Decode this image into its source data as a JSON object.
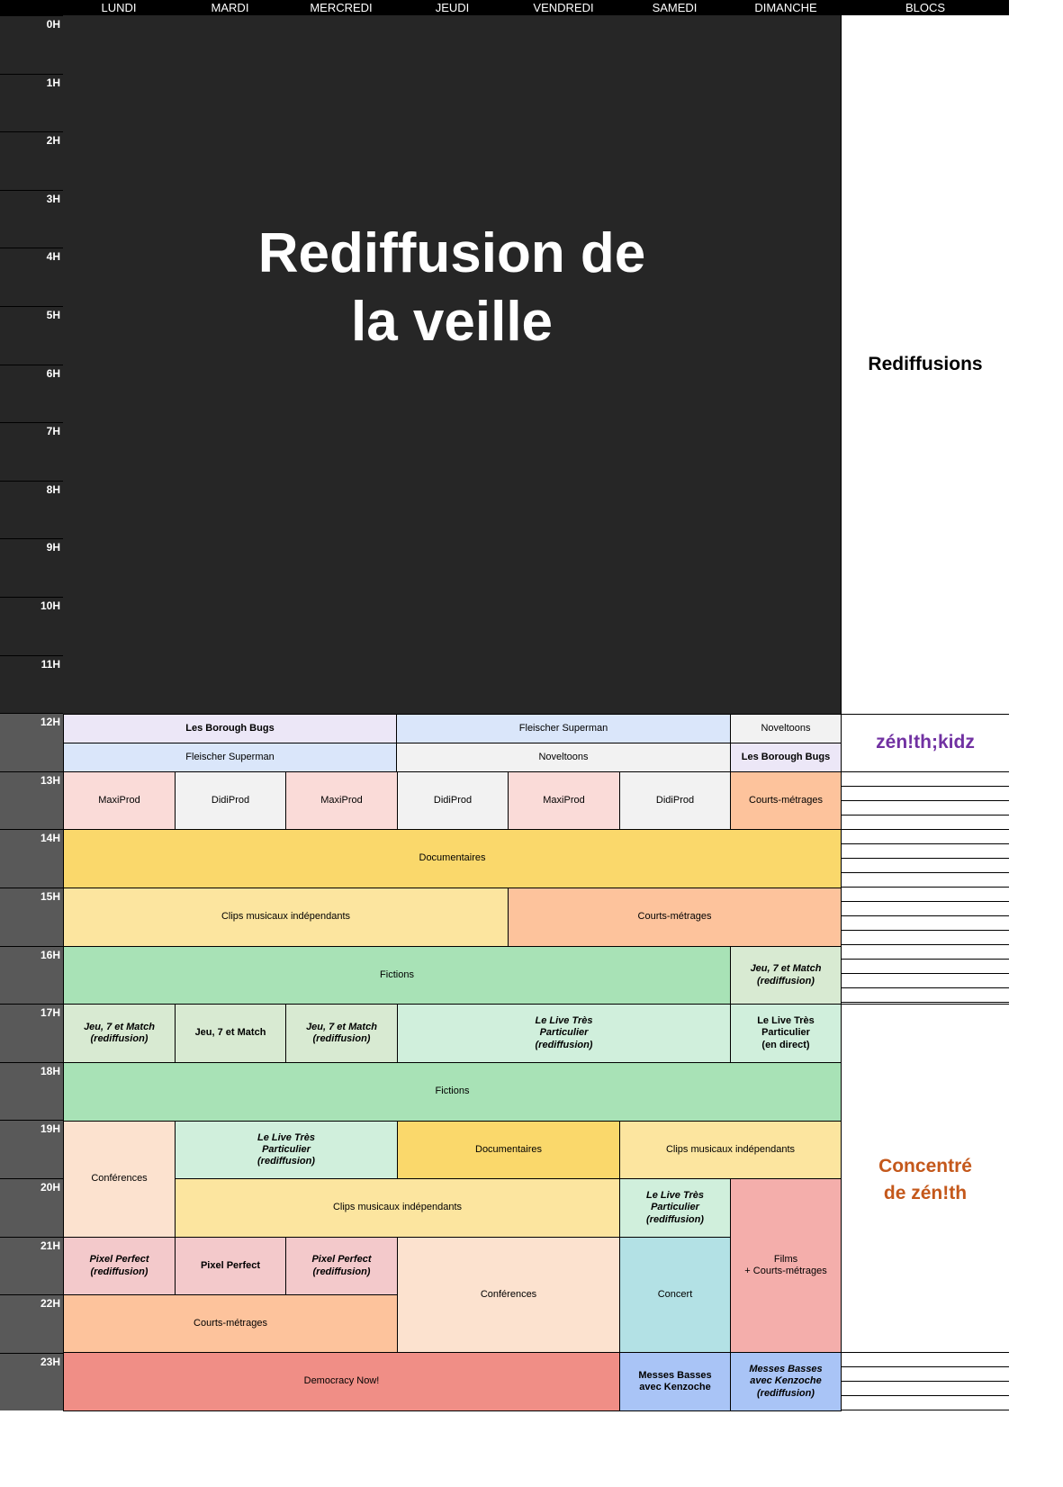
{
  "header": {
    "days": [
      "LUNDI",
      "MARDI",
      "MERCREDI",
      "JEUDI",
      "VENDREDI",
      "SAMEDI",
      "DIMANCHE"
    ],
    "blocs": "BLOCS"
  },
  "hours": [
    "0H",
    "1H",
    "2H",
    "3H",
    "4H",
    "5H",
    "6H",
    "7H",
    "8H",
    "9H",
    "10H",
    "11H",
    "12H",
    "13H",
    "14H",
    "15H",
    "16H",
    "17H",
    "18H",
    "19H",
    "20H",
    "21H",
    "22H",
    "23H"
  ],
  "rebroadcast_title": "Rediffusion de\nla veille",
  "blocs": {
    "rediffusions": "Rediffusions",
    "kidz": "zén!th;kidz",
    "concentre": "Concentré\nde zén!th"
  },
  "colors": {
    "lavender": "#ece7f7",
    "blue": "#dae6fa",
    "grey": "#f2f2f2",
    "pink": "#fadbd8",
    "orange": "#fdc39c",
    "gold": "#fad86b",
    "yellow": "#fce59f",
    "green": "#a8e2b6",
    "sage": "#d8ead2",
    "mint": "#d0efdc",
    "peach": "#fce2cf",
    "rose": "#f3c9cb",
    "salmon": "#f4aeab",
    "red": "#f08e86",
    "cyan": "#b3e1e5",
    "sky": "#a9c4f6",
    "kidz_text": "#7131a2",
    "concentre_text": "#c4581b"
  },
  "programs": {
    "borough_bugs": "Les Borough Bugs",
    "fleischer": "Fleischer Superman",
    "noveltoons": "Noveltoons",
    "maxiprod": "MaxiProd",
    "didiprod": "DidiProd",
    "courts": "Courts-métrages",
    "documentaires": "Documentaires",
    "clips": "Clips musicaux indépendants",
    "fictions": "Fictions",
    "jeu_rediff": "Jeu, 7 et Match\n(rediffusion)",
    "jeu": "Jeu, 7 et Match",
    "live_rediff": "Le Live Très\nParticulier\n(rediffusion)",
    "live_direct": "Le Live Très\nParticulier\n(en direct)",
    "conferences": "Conférences",
    "pixel_rediff": "Pixel Perfect\n(rediffusion)",
    "pixel": "Pixel Perfect",
    "concert": "Concert",
    "films": "Films\n+ Courts-métrages",
    "democracy": "Democracy Now!",
    "messes": "Messes Basses\navec Kenzoche",
    "messes_rediff": "Messes Basses\navec Kenzoche\n(rediffusion)"
  }
}
